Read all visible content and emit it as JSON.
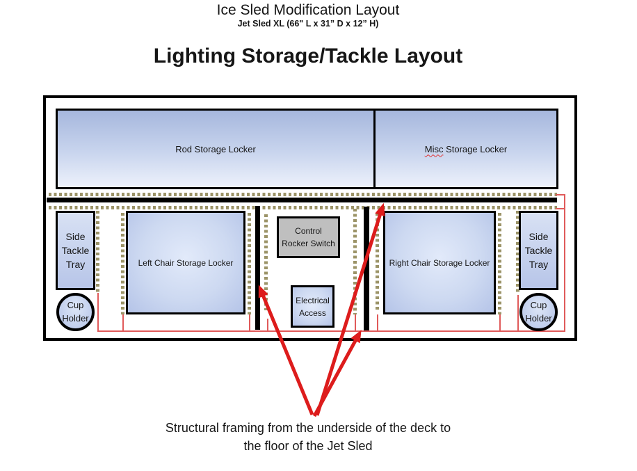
{
  "header": {
    "title": "Ice Sled Modification Layout",
    "subtitle": "Jet Sled XL (66\" L x 31” D x 12” H)",
    "heading": "Lighting Storage/Tackle Layout"
  },
  "diagram": {
    "rod_locker": {
      "label": "Rod Storage Locker"
    },
    "misc_locker": {
      "word": "Misc",
      "rest": "Storage Locker"
    },
    "left_side_tray": {
      "label": "Side\nTackle\nTray"
    },
    "left_cup_holder": {
      "label": "Cup\nHolder"
    },
    "left_chair_locker": {
      "label": "Left Chair Storage Locker"
    },
    "control_switch": {
      "label": "Control\nRocker Switch"
    },
    "electrical_access": {
      "label": "Electrical\nAccess"
    },
    "right_chair_locker": {
      "label": "Right Chair Storage Locker"
    },
    "right_side_tray": {
      "label": "Side\nTackle\nTray"
    },
    "right_cup_holder": {
      "label": "Cup\nHolder"
    }
  },
  "caption": {
    "line1": "Structural framing from the underside of the deck to",
    "line2": "the floor of the Jet Sled"
  },
  "colors": {
    "locker_blue_top": "#a6b7dd",
    "locker_blue_bottom": "#edf1fb",
    "rope_light_tan": "#9c9468",
    "structural_black": "#000000",
    "wiring_red": "#e05a5a",
    "arrow_red": "#dd1c1c",
    "switch_gray": "#bfbfbf"
  }
}
